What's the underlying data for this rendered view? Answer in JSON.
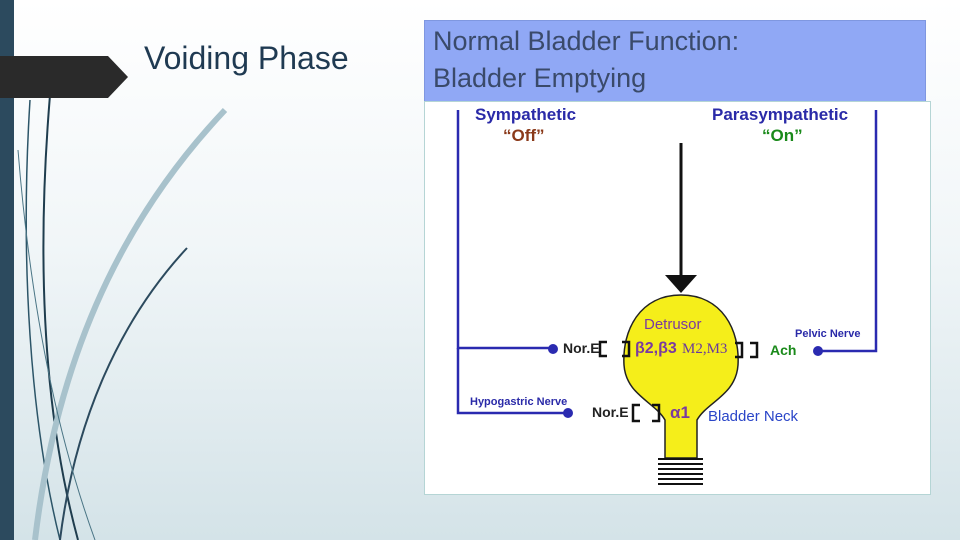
{
  "slide": {
    "title": "Voiding Phase"
  },
  "header": {
    "line1": "Normal Bladder Function:",
    "line2": "Bladder Emptying"
  },
  "diagram": {
    "sympathetic": {
      "label": "Sympathetic",
      "state": "“Off”"
    },
    "parasympathetic": {
      "label": "Parasympathetic",
      "state": "“On”"
    },
    "detrusor": "Detrusor",
    "beta_receptors": "β2,β3",
    "m_receptors": "M2,M3",
    "nor_e_upper": "Nor.E",
    "nor_e_lower": "Nor.E",
    "ach": "Ach",
    "pelvic_nerve": "Pelvic Nerve",
    "hypogastric_nerve": "Hypogastric Nerve",
    "alpha_receptor": "α1",
    "bladder_neck": "Bladder Neck"
  },
  "colors": {
    "nerve": "#2a2ab0",
    "bladder": "#f5ee1a",
    "header_bg": "#90a8f5",
    "left_bar": "#2c4a5e"
  }
}
